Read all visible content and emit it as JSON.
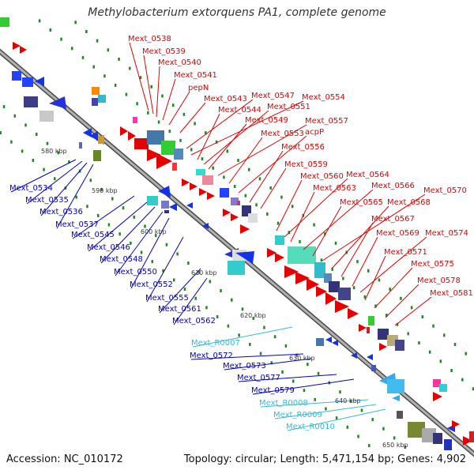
{
  "title": "Methylobacterium extorquens PA1, complete genome",
  "accession": "Accession: NC_010172",
  "topology": "Topology: circular; Length: 5,471,154 bp; Genes: 4,902",
  "ticks": [
    "580 kbp",
    "590 kbp",
    "600 kbp",
    "610 kbp",
    "620 kbp",
    "630 kbp",
    "640 kbp",
    "650 kbp"
  ],
  "labels_forward": [
    "Mext_0538",
    "Mext_0539",
    "Mext_0540",
    "Mext_0541",
    "pepN",
    "Mext_0543",
    "Mext_0547",
    "Mext_0554",
    "Mext_0544",
    "Mext_0551",
    "Mext_0549",
    "Mext_0557",
    "Mext_0553",
    "acpP",
    "Mext_0556",
    "Mext_0559",
    "Mext_0560",
    "Mext_0564",
    "Mext_0563",
    "Mext_0566",
    "Mext_0570",
    "Mext_0565",
    "Mext_0568",
    "Mext_0567",
    "Mext_0569",
    "Mext_0574",
    "Mext_0571",
    "Mext_0575",
    "Mext_0578",
    "Mext_0581"
  ],
  "labels_reverse": [
    "Mext_0534",
    "Mext_0535",
    "Mext_0536",
    "Mext_0537",
    "Mext_0545",
    "Mext_0546",
    "Mext_0548",
    "Mext_0550",
    "Mext_0552",
    "Mext_0555",
    "Mext_0561",
    "Mext_0562",
    "Mext_0572",
    "Mext_0573",
    "Mext_0577",
    "Mext_0579"
  ],
  "labels_rna": [
    "Mext_R0007",
    "Mext_R0008",
    "Mext_R0009",
    "Mext_R0010"
  ],
  "colors": {
    "forward": "#e60000",
    "reverse": "#0000cc",
    "rna": "#33bbdd",
    "backbone": "#8a8a8a",
    "tick_dot": "#228822"
  }
}
